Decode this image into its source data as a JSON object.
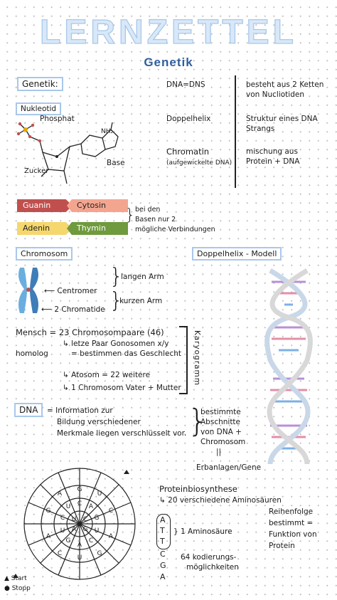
{
  "header": {
    "title": "LERNZETTEL",
    "subtitle": "Genetik"
  },
  "genetik_box": "Genetik:",
  "nukleotid": {
    "label": "Nukleotid",
    "phosphat": "Phosphat",
    "zucker": "Zucker",
    "base": "Base",
    "nh2": "NH₂"
  },
  "terms": [
    {
      "term": "DNA=DNS",
      "desc_1": "besteht aus 2 Ketten",
      "desc_2": "von Nucliotiden"
    },
    {
      "term": "Doppelhelix",
      "desc_1": "Struktur eines DNA",
      "desc_2": "Strangs"
    },
    {
      "term": "Chromatin",
      "term_sub": "(aufgewickelte DNA)",
      "desc_1": "mischung aus",
      "desc_2": "Protein + DNA"
    }
  ],
  "bases": {
    "pair1": [
      "Guanin",
      "Cytosin"
    ],
    "pair2": [
      "Adenin",
      "Thymin"
    ],
    "note_1": "bei den",
    "note_2": "Basen nur 2",
    "note_3": "mögliche Verbindungen",
    "colors": {
      "guanin": "#c0504d",
      "cytosin": "#f4a58f",
      "adenin": "#f5d76e",
      "thymin": "#6f9a3e"
    }
  },
  "chromosom": {
    "label": "Chromosom",
    "centromer": "Centromer",
    "chromatide": "2 Chromatide",
    "lang": "langen Arm",
    "kurz": "kurzen Arm"
  },
  "helix_label": "Doppelhelix - Modell",
  "mensch": {
    "line1": "Mensch = 23 Chromosompaare (46)",
    "line2": "letze Paar Gonosomen  x/y",
    "line3": "= bestimmen das Geschlecht",
    "homolog": "homolog",
    "line4": "Atosom = 22 weitere",
    "line5": "1 Chromosom Vater + Mutter",
    "karyogramm": "Karyogramm"
  },
  "dna_def": {
    "label": "DNA",
    "l1": "= Information zur",
    "l2": "Bildung verschiedener",
    "l3": "Merkmale liegen verschlüsselt vor.",
    "r1": "bestimmte",
    "r2": "Abschnitte",
    "r3": "von DNA +",
    "r4": "Chromosom",
    "r5": "||",
    "r6": "Erbanlagen/Gene"
  },
  "protein": {
    "title": "Proteinbiosynthese",
    "sub": "20 verschiedene Aminosäuren",
    "codon": [
      "A",
      "T",
      "T"
    ],
    "aminosaeure": "1 Aminosäure",
    "extra": [
      "C",
      "G",
      "A"
    ],
    "kod_1": "64 kodierungs-",
    "kod_2": "möglichkeiten",
    "reihen_1": "Reihenfolge",
    "reihen_2": "bestimmt =",
    "reihen_3": "Funktion von",
    "reihen_4": "Protein"
  },
  "legend": {
    "start": "Start",
    "stopp": "Stopp"
  },
  "wheel_letters": [
    "U",
    "C",
    "A",
    "G"
  ]
}
